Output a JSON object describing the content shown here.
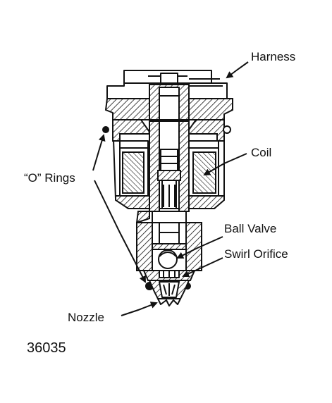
{
  "labels": {
    "harness": "Harness",
    "coil": "Coil",
    "o_rings": "“O” Rings",
    "ball_valve": "Ball Valve",
    "swirl_orifice": "Swirl Orifice",
    "nozzle": "Nozzle"
  },
  "figure_number": "36035",
  "colors": {
    "ink": "#111111",
    "paper": "#ffffff"
  }
}
